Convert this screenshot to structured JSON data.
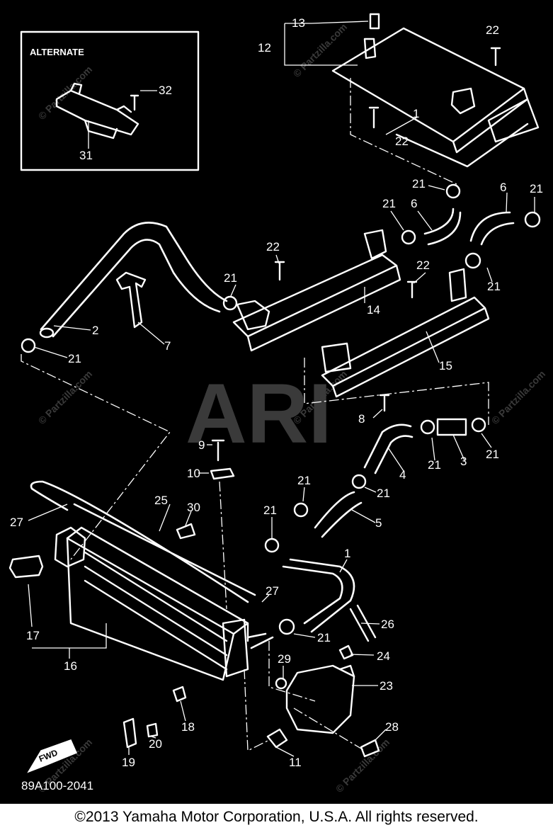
{
  "inset": {
    "title": "ALTERNATE"
  },
  "callouts": {
    "c1a": "1",
    "c1b": "1",
    "c2": "2",
    "c3": "3",
    "c4": "4",
    "c5": "5",
    "c6a": "6",
    "c6b": "6",
    "c7": "7",
    "c8": "8",
    "c9": "9",
    "c10": "10",
    "c11": "11",
    "c12": "12",
    "c13": "13",
    "c14": "14",
    "c15": "15",
    "c16": "16",
    "c17": "17",
    "c18": "18",
    "c19": "19",
    "c20": "20",
    "c21a": "21",
    "c21b": "21",
    "c21c": "21",
    "c21d": "21",
    "c21e": "21",
    "c21f": "21",
    "c21g": "21",
    "c21h": "21",
    "c21i": "21",
    "c21j": "21",
    "c21k": "21",
    "c21l": "21",
    "c22a": "22",
    "c22b": "22",
    "c22c": "22",
    "c22d": "22",
    "c23": "23",
    "c24": "24",
    "c25": "25",
    "c26": "26",
    "c27a": "27",
    "c27b": "27",
    "c28": "28",
    "c29": "29",
    "c30": "30",
    "c31": "31",
    "c32": "32"
  },
  "fwd_label": "FWD",
  "diagram_code": "89A100-2041",
  "watermark": {
    "brand": "ARI",
    "site": "© Partzilla.com"
  },
  "footer": {
    "copyright": "©2013  Yamaha Motor Corporation, U.S.A. All rights reserved."
  },
  "colors": {
    "background": "#000000",
    "linework": "#ffffff",
    "footer_bg": "#ffffff",
    "footer_text": "#000000"
  }
}
